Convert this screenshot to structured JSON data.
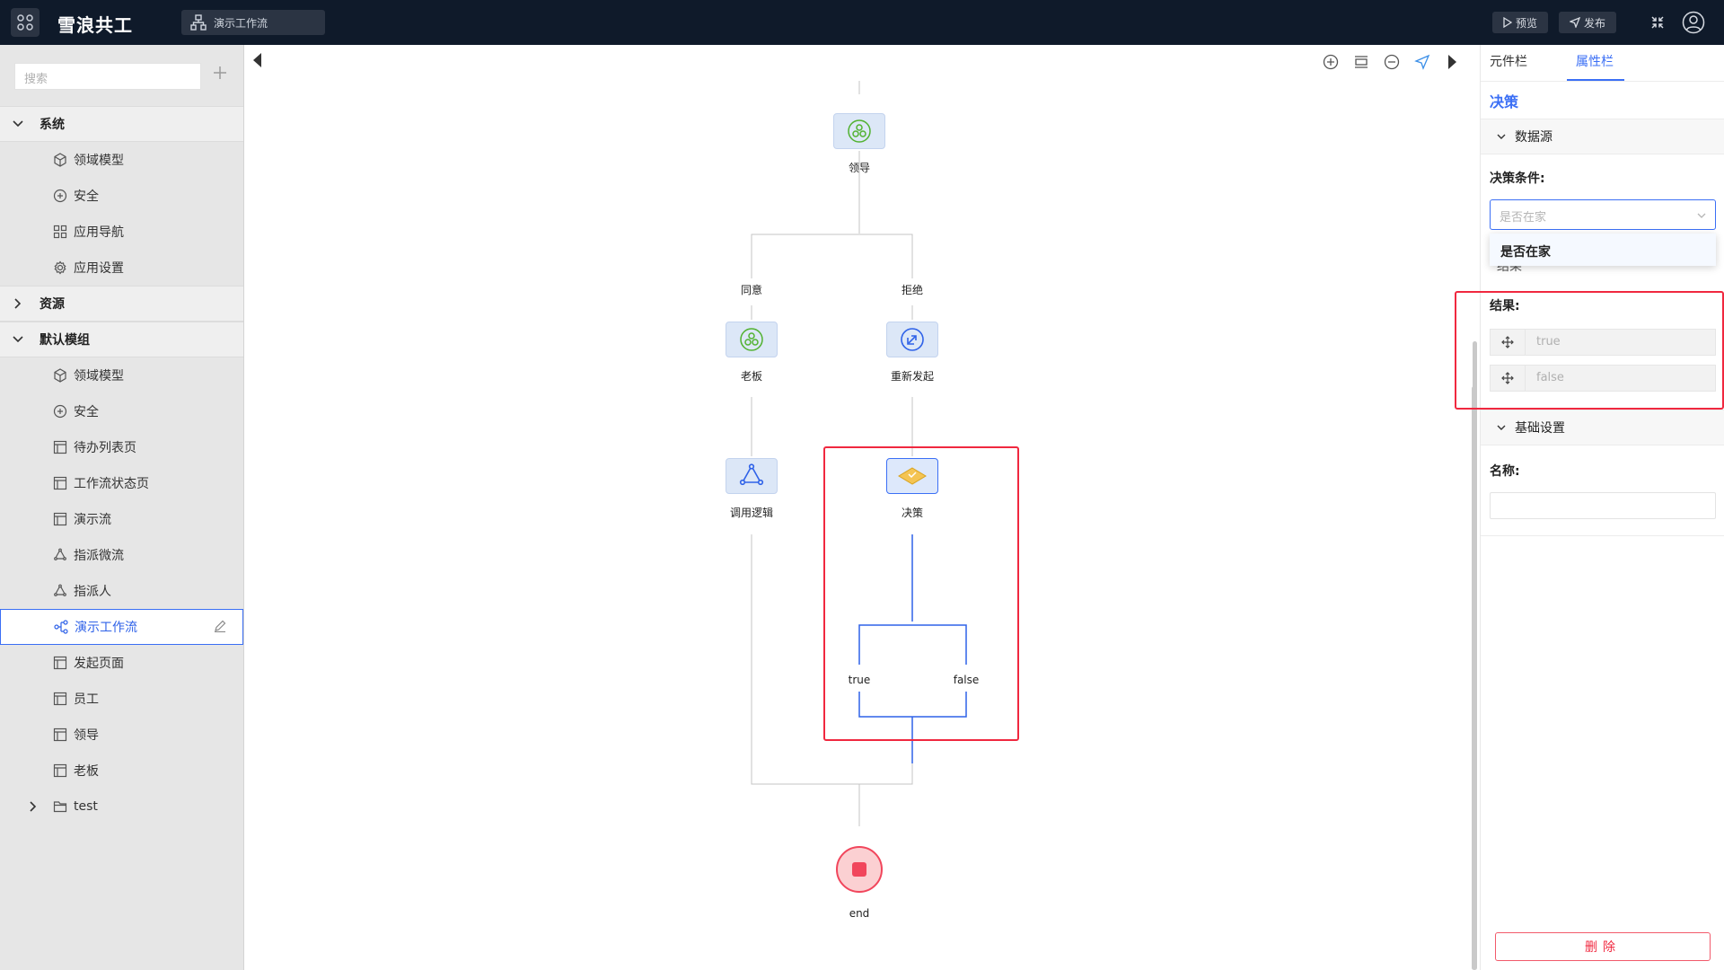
{
  "app": {
    "title": "雪浪共工",
    "tab": "演示工作流",
    "preview_label": "预览",
    "publish_label": "发布"
  },
  "sidebar": {
    "search_placeholder": "搜索",
    "groups": [
      {
        "label": "系统",
        "expanded": true,
        "items": [
          {
            "label": "领域模型",
            "icon": "cube-icon"
          },
          {
            "label": "安全",
            "icon": "shield-plus-icon"
          },
          {
            "label": "应用导航",
            "icon": "grid-icon"
          },
          {
            "label": "应用设置",
            "icon": "gear-icon"
          }
        ]
      },
      {
        "label": "资源",
        "expanded": false,
        "items": []
      },
      {
        "label": "默认模组",
        "expanded": true,
        "items": [
          {
            "label": "领域模型",
            "icon": "cube-icon"
          },
          {
            "label": "安全",
            "icon": "shield-plus-icon"
          },
          {
            "label": "待办列表页",
            "icon": "page-icon"
          },
          {
            "label": "工作流状态页",
            "icon": "page-icon"
          },
          {
            "label": "演示流",
            "icon": "page-icon"
          },
          {
            "label": "指派微流",
            "icon": "cycle-icon"
          },
          {
            "label": "指派人",
            "icon": "cycle-icon"
          },
          {
            "label": "演示工作流",
            "icon": "workflow-icon",
            "active": true
          },
          {
            "label": "发起页面",
            "icon": "page-icon"
          },
          {
            "label": "员工",
            "icon": "page-icon"
          },
          {
            "label": "领导",
            "icon": "page-icon"
          },
          {
            "label": "老板",
            "icon": "page-icon"
          }
        ]
      }
    ],
    "folder": {
      "label": "test",
      "icon": "folder-icon"
    }
  },
  "flow": {
    "nodes": {
      "leader": "领导",
      "boss": "老板",
      "restart": "重新发起",
      "call_logic": "调用逻辑",
      "decision": "决策",
      "end": "end"
    },
    "edges": {
      "agree": "同意",
      "reject": "拒绝",
      "true": "true",
      "false": "false"
    }
  },
  "panel": {
    "tabs": [
      "元件栏",
      "属性栏"
    ],
    "active_tab": "属性栏",
    "title": "决策",
    "datasource_section": "数据源",
    "condition_label": "决策条件:",
    "condition_placeholder": "是否在家",
    "dropdown_option": "是否在家",
    "result_section": "结果",
    "result_label": "结果:",
    "results": [
      "true",
      "false"
    ],
    "basic_section": "基础设置",
    "name_label": "名称:",
    "delete_label": "删除"
  },
  "colors": {
    "accent": "#3b6ff5",
    "highlight": "#f0283f",
    "topbar": "#0f1a2a",
    "node_fill": "#dce7f7",
    "end_fill": "#fbd0d2"
  }
}
